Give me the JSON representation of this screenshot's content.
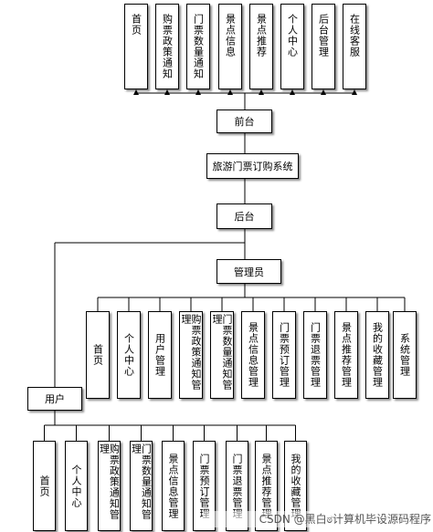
{
  "front_menu": [
    "首页",
    "购票政策通知",
    "门票数量通知",
    "景点信息",
    "景点推荐",
    "个人中心",
    "后台管理",
    "在线客服"
  ],
  "front_node": "前台",
  "system_node": "旅游门票订购系统",
  "back_node": "后台",
  "admin_node": "管理员",
  "admin_menu": [
    "首页",
    "个人中心",
    "用户管理",
    "购票政策通知管理",
    "门票数量通知管理",
    "景点信息管理",
    "门票预订管理",
    "门票退票管理",
    "景点推荐管理",
    "我的收藏管理",
    "系统管理"
  ],
  "user_node": "用户",
  "user_menu": [
    "首页",
    "个人中心",
    "购票政策通知管理",
    "门票数量通知管理",
    "景点信息管理",
    "门票预订管理",
    "门票退票管理",
    "景点推荐管理",
    "我的收藏管理"
  ],
  "watermark": "CSDN @黑白ಠ计算机毕设源码程序"
}
